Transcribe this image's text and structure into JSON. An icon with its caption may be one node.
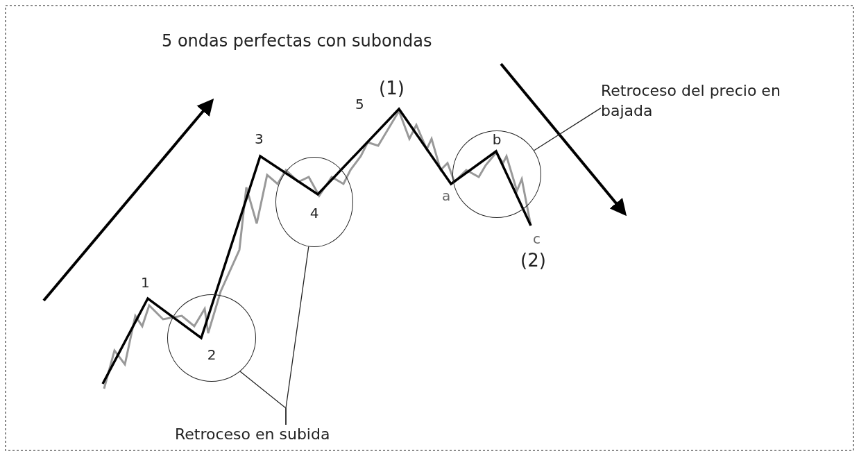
{
  "diagram": {
    "title": "5 ondas perfectas con subondas",
    "nodes": [
      {
        "text": [
          "Retroceso en subida"
        ]
      },
      {
        "text": [
          "2"
        ]
      },
      {
        "text": [
          "4"
        ]
      },
      {
        "text": [
          "Retroceso del precio en bajada"
        ]
      },
      {
        "text": [
          "b"
        ]
      }
    ],
    "edges": [
      {
        "from": 0,
        "to": 1,
        "arrow": "none"
      },
      {
        "from": 0,
        "to": 2,
        "arrow": "none"
      },
      {
        "from": 3,
        "to": 4,
        "arrow": "none"
      }
    ],
    "labels": [
      "1",
      "3",
      "5",
      "(1)",
      "a",
      "c",
      "(2)"
    ]
  }
}
